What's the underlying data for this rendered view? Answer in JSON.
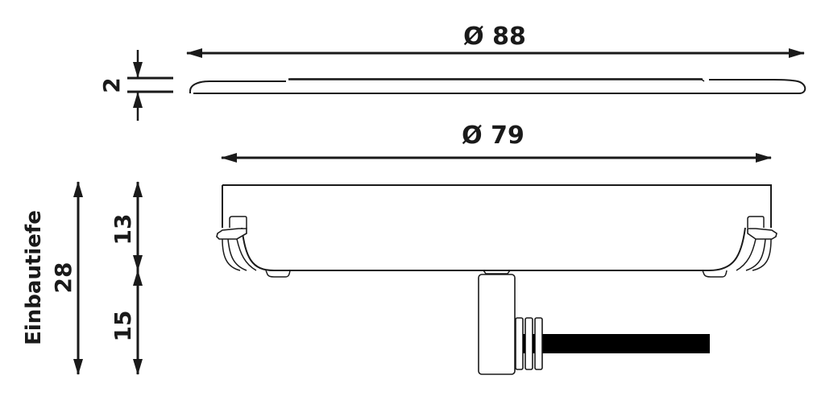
{
  "drawing": {
    "type": "technical dimension drawing",
    "subject": "recessed LED spotlight (side view)",
    "stroke_color": "#1a1a1a",
    "background": "#ffffff"
  },
  "dimensions": {
    "top_diameter": {
      "label": "Ø 88",
      "value": 88,
      "symbol": "Ø"
    },
    "body_diameter": {
      "label": "Ø 79",
      "value": 79,
      "symbol": "Ø"
    },
    "plate_thickness": {
      "label": "2",
      "value": 2
    },
    "housing_height": {
      "label": "13",
      "value": 13
    },
    "connector_height": {
      "label": "15",
      "value": 15
    },
    "installation_depth": {
      "caption": "Einbautiefe",
      "label": "28",
      "value": 28
    }
  }
}
